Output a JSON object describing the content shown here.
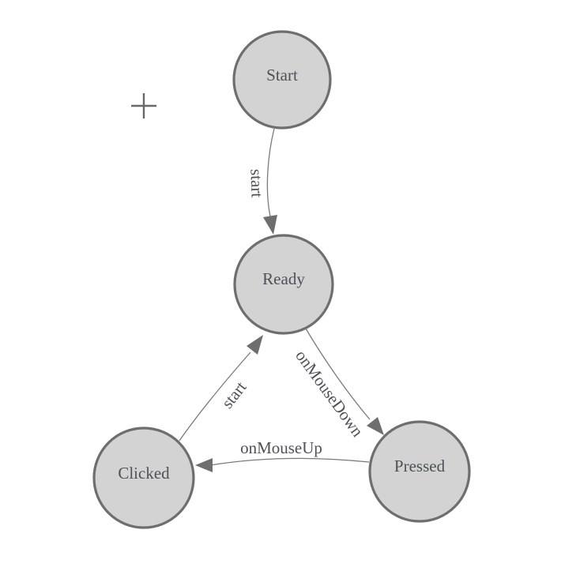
{
  "diagram": {
    "type": "state-machine",
    "nodes": [
      {
        "id": "start",
        "label": "Start"
      },
      {
        "id": "ready",
        "label": "Ready"
      },
      {
        "id": "clicked",
        "label": "Clicked"
      },
      {
        "id": "pressed",
        "label": "Pressed"
      }
    ],
    "edges": [
      {
        "from": "Start",
        "to": "Ready",
        "label": "start"
      },
      {
        "from": "Clicked",
        "to": "Ready",
        "label": "start"
      },
      {
        "from": "Ready",
        "to": "Pressed",
        "label": "onMouseDown"
      },
      {
        "from": "Pressed",
        "to": "Clicked",
        "label": "onMouseUp"
      }
    ],
    "colors": {
      "background": "#ffffff",
      "node_fill": "#d3d3d3",
      "node_stroke": "#6e6e6e",
      "edge_line": "#7a7a7a",
      "arrowhead": "#6e6e6e",
      "label_text": "#4e5158",
      "crosshair": "#696969"
    }
  }
}
